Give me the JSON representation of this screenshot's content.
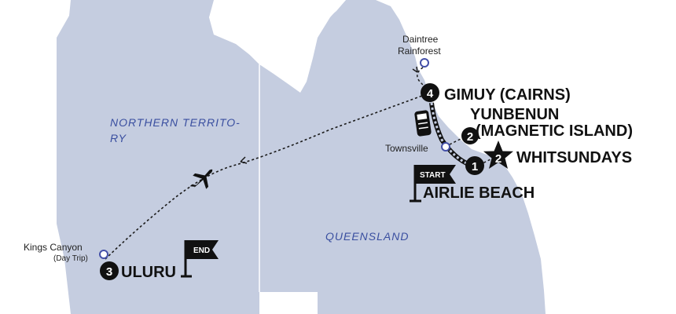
{
  "regions": {
    "nt": "NORTHERN TERRITO-",
    "nt2": "RY",
    "qld": "QUEENSLAND"
  },
  "places": {
    "daintree_line1": "Daintree",
    "daintree_line2": "Rainforest",
    "townsville": "Townsville",
    "kings_canyon": "Kings Canyon",
    "kings_canyon_note": "(Day Trip)"
  },
  "stops": {
    "cairns": {
      "number": "4",
      "name": "GIMUY (CAIRNS)"
    },
    "magnetic": {
      "number": "2",
      "name_line1": "YUNBENUN",
      "name_line2": "(MAGNETIC ISLAND)"
    },
    "whitsundays": {
      "number": "2",
      "name": "WHITSUNDAYS"
    },
    "airlie": {
      "number": "1",
      "name": "AIRLIE BEACH"
    },
    "uluru": {
      "number": "3",
      "name": "ULURU"
    }
  },
  "flags": {
    "start": "START",
    "end": "END"
  },
  "icons": [
    "plane-icon",
    "train-icon",
    "boat-route-icon",
    "start-flag-icon",
    "end-flag-icon",
    "star-icon"
  ],
  "colors": {
    "land": "#c5cde0",
    "route": "#1a1a1a",
    "marker": "#111111",
    "place_ring": "#4450a8",
    "region_text": "#3a4fa0"
  }
}
